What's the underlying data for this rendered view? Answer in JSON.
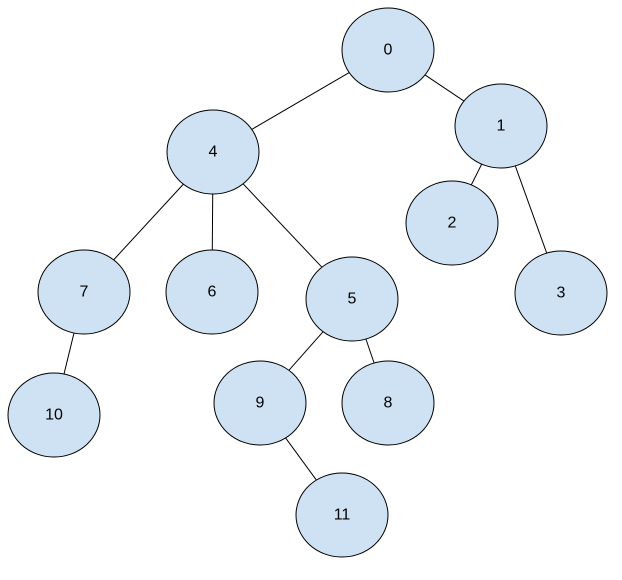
{
  "diagram": {
    "type": "tree",
    "node_fill": "#cfe2f3",
    "node_stroke": "#000000",
    "edge_color": "#000000",
    "nodes": [
      {
        "id": "0",
        "label": "0"
      },
      {
        "id": "1",
        "label": "1"
      },
      {
        "id": "2",
        "label": "2"
      },
      {
        "id": "3",
        "label": "3"
      },
      {
        "id": "4",
        "label": "4"
      },
      {
        "id": "5",
        "label": "5"
      },
      {
        "id": "6",
        "label": "6"
      },
      {
        "id": "7",
        "label": "7"
      },
      {
        "id": "8",
        "label": "8"
      },
      {
        "id": "9",
        "label": "9"
      },
      {
        "id": "10",
        "label": "10"
      },
      {
        "id": "11",
        "label": "11"
      }
    ],
    "edges": [
      {
        "from": "0",
        "to": "4"
      },
      {
        "from": "0",
        "to": "1"
      },
      {
        "from": "1",
        "to": "2"
      },
      {
        "from": "1",
        "to": "3"
      },
      {
        "from": "4",
        "to": "7"
      },
      {
        "from": "4",
        "to": "6"
      },
      {
        "from": "4",
        "to": "5"
      },
      {
        "from": "7",
        "to": "10"
      },
      {
        "from": "5",
        "to": "9"
      },
      {
        "from": "5",
        "to": "8"
      },
      {
        "from": "9",
        "to": "11"
      }
    ]
  }
}
